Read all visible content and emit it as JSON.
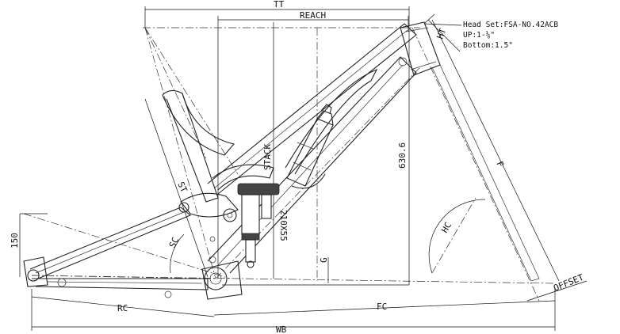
{
  "labels": {
    "tt": "TT",
    "reach": "REACH",
    "stack": "STACK",
    "ht": "HT",
    "st": "ST",
    "f": "F",
    "hc": "HC",
    "sc": "SC",
    "g": "G",
    "rc": "RC",
    "fc": "FC",
    "wb": "WB",
    "offset": "OFFSET",
    "bb_drop": "150",
    "stack_value": "630.6",
    "shock_size": "210X55"
  },
  "headset_note": {
    "line1": "Head Set:FSA-NO.42ACB",
    "line2": "UP:1-⅛\"",
    "line3": "Bottom:1.5\""
  }
}
